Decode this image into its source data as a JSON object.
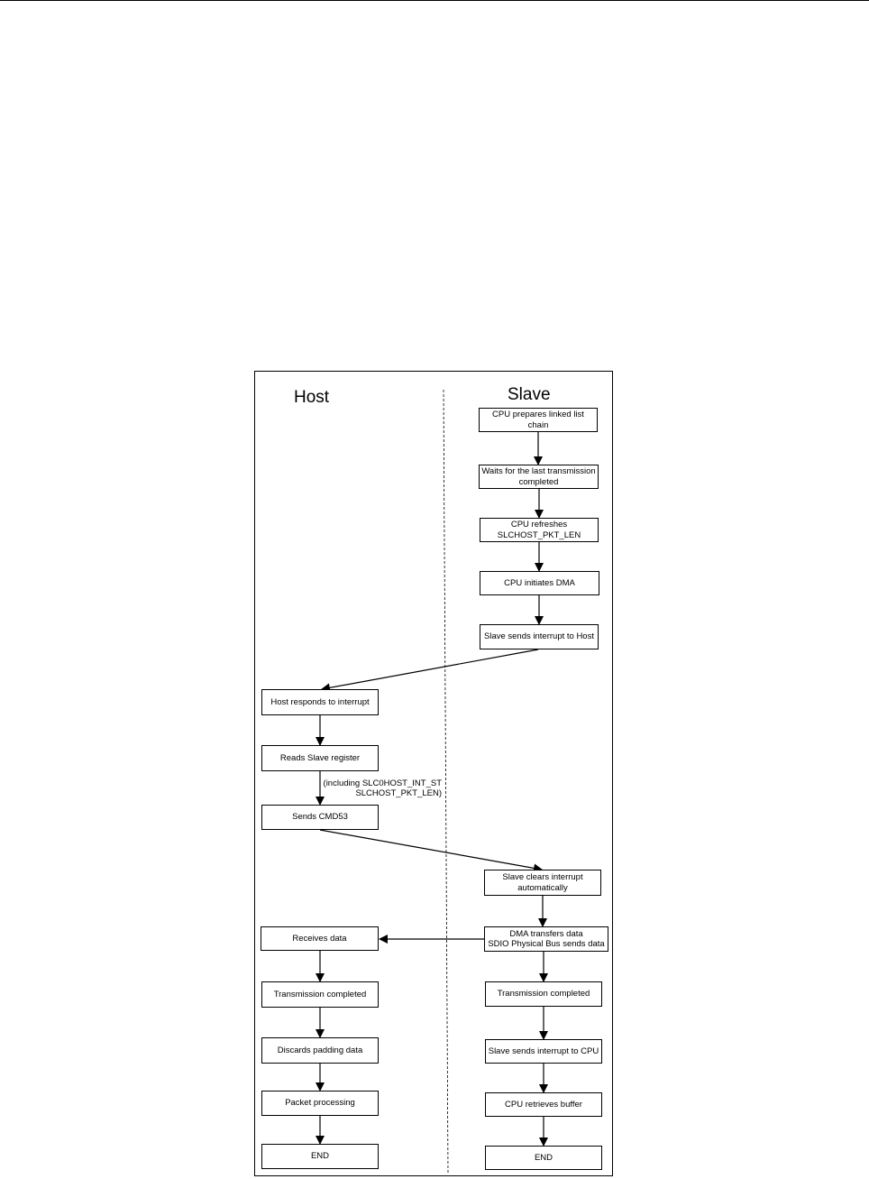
{
  "lanes": {
    "host": "Host",
    "slave": "Slave"
  },
  "slave_steps": {
    "prepare": "CPU prepares linked list chain",
    "wait": "Waits for the last transmission completed",
    "refresh": "CPU refreshes SLCHOST_PKT_LEN",
    "dma_init": "CPU initiates DMA",
    "interrupt_host": "Slave sends interrupt to Host",
    "clear_interrupt": "Slave clears interrupt automatically",
    "dma_transfer_line1": "DMA transfers data",
    "dma_transfer_line2": "SDIO Physical Bus sends data",
    "transmission_completed": "Transmission completed",
    "interrupt_cpu": "Slave sends interrupt to CPU",
    "retrieve_buffer": "CPU retrieves buffer",
    "end": "END"
  },
  "host_steps": {
    "respond": "Host responds to interrupt",
    "read_register": "Reads Slave register",
    "read_note_line1": "(including SLC0HOST_INT_ST",
    "read_note_line2": "SLCHOST_PKT_LEN)",
    "send_cmd53": "Sends CMD53",
    "receive": "Receives data",
    "transmission_completed": "Transmission completed",
    "discard_padding": "Discards padding data",
    "packet_processing": "Packet processing",
    "end": "END"
  }
}
